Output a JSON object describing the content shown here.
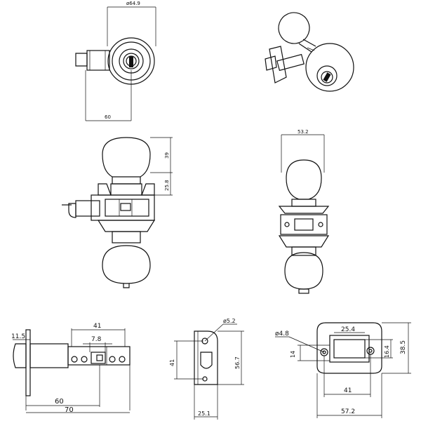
{
  "views": {
    "front_view": {
      "diameter_label": "ø64.9",
      "width_label": "60"
    },
    "perspective_view": {},
    "side_view": {
      "height_upper_label": "39",
      "height_lower_label": "25.8"
    },
    "rear_view": {
      "width_label": "53.2"
    },
    "latch": {
      "width_label_41": "41",
      "width_label_7_8": "7.8",
      "backset_label_11_5": "11.5",
      "length_label_60": "60",
      "length_label_70": "70"
    },
    "strike_plate": {
      "hole_label": "ø5.2",
      "height_inner_label": "41",
      "height_outer_label": "56.7",
      "width_label": "25.1"
    },
    "face_plate": {
      "hole_label": "ø4.8",
      "slot_width_label": "25.4",
      "height_label": "38.5",
      "slot_height_label": "16.4",
      "side_label": "14",
      "hole_spacing_label": "41",
      "total_width_label": "57.2"
    }
  }
}
